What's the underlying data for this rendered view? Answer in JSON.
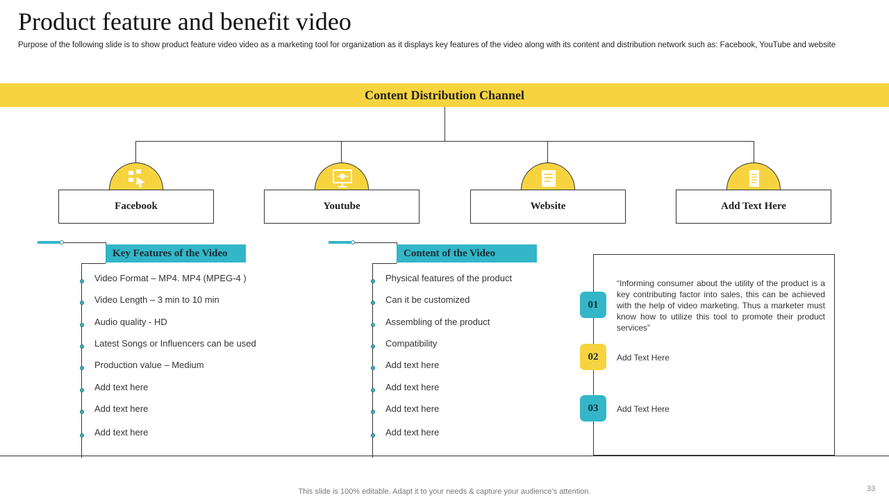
{
  "header": {
    "title": "Product feature and benefit video",
    "subtitle": "Purpose of the following slide is to show product feature video video as a marketing tool for organization as it displays key features of the video along with its content and distribution network such as: Facebook, YouTube and website"
  },
  "banner": {
    "label": "Content Distribution Channel"
  },
  "channels": [
    {
      "label": "Facebook",
      "icon": "social-share-icon"
    },
    {
      "label": "Youtube",
      "icon": "video-screen-icon"
    },
    {
      "label": "Website",
      "icon": "web-page-icon"
    },
    {
      "label": "Add Text Here",
      "icon": "document-icon"
    }
  ],
  "key_features": {
    "heading": "Key Features of the Video",
    "items": [
      "Video Format – MP4. MP4 (MPEG-4 )",
      "Video Length – 3 min to 10 min",
      "Audio quality - HD",
      "Latest Songs or Influencers  can be used",
      "Production value  – Medium",
      "Add text here",
      "Add text here",
      "Add text here"
    ]
  },
  "content": {
    "heading": "Content  of the Video",
    "items": [
      "Physical features  of the product",
      "Can it be customized",
      "Assembling of the product",
      "Compatibility",
      "Add text here",
      "Add text here",
      "Add text here",
      "Add text here"
    ]
  },
  "panel": {
    "items": [
      {
        "number": "01",
        "text": "“Informing  consumer about the utility of the product is a key contributing factor into sales, this can be achieved  with the help of video  marketing. Thus a marketer must know how to utilize this tool to promote their product services”",
        "color": "#33B6C8"
      },
      {
        "number": "02",
        "text": "Add Text Here",
        "color": "#F7D43F"
      },
      {
        "number": "03",
        "text": "Add Text Here",
        "color": "#33B6C8"
      }
    ]
  },
  "footer": {
    "note": "This slide is 100% editable. Adapt it to your needs & capture your audience’s attention.",
    "page": "33"
  },
  "colors": {
    "yellow": "#F7D43F",
    "teal": "#33B6C8"
  }
}
